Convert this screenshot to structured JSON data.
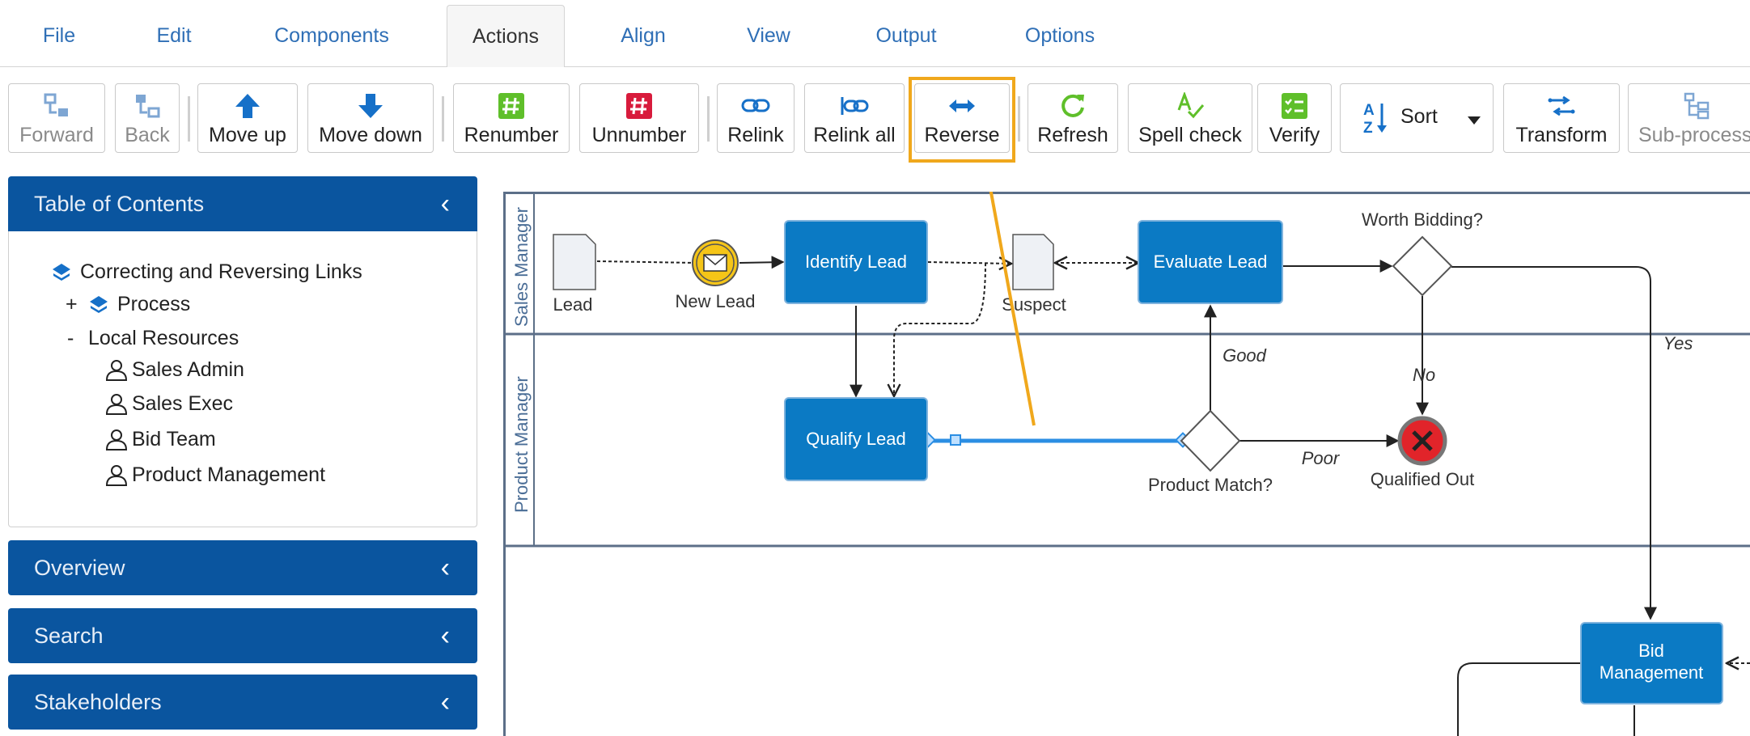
{
  "menu": {
    "tabs": [
      {
        "label": "File"
      },
      {
        "label": "Edit"
      },
      {
        "label": "Components"
      },
      {
        "label": "Actions"
      },
      {
        "label": "Align"
      },
      {
        "label": "View"
      },
      {
        "label": "Output"
      },
      {
        "label": "Options"
      }
    ],
    "active_tab": "Actions"
  },
  "toolbar": {
    "forward": "Forward",
    "back": "Back",
    "move_up": "Move up",
    "move_down": "Move down",
    "renumber": "Renumber",
    "unnumber": "Unnumber",
    "relink": "Relink",
    "relink_all": "Relink all",
    "reverse": "Reverse",
    "refresh": "Refresh",
    "spell_check": "Spell check",
    "verify": "Verify",
    "sort": "Sort",
    "transform": "Transform",
    "sub_process": "Sub-process",
    "highlighted_button": "Reverse"
  },
  "colors": {
    "accent": "#0a559f",
    "highlight": "#f0a81c",
    "shape_fill": "#0b7ac4",
    "selected_link": "#2b8ee3",
    "renumber_green": "#5fbf2a",
    "unnumber_red": "#d81b3c"
  },
  "sidebar": {
    "toc": {
      "title": "Table of Contents",
      "root": "Correcting and Reversing Links",
      "process": "Process",
      "process_toggle": "+",
      "local_resources": "Local Resources",
      "local_resources_toggle": "-",
      "resources": [
        "Sales Admin",
        "Sales Exec",
        "Bid Team",
        "Product Management"
      ]
    },
    "overview": "Overview",
    "search": "Search",
    "stakeholders": "Stakeholders"
  },
  "diagram": {
    "lanes": [
      "Sales Manager",
      "Product Manager"
    ],
    "shapes": {
      "lead_doc": "Lead",
      "new_lead": "New Lead",
      "identify_lead": "Identify Lead",
      "suspect_doc": "Suspect",
      "evaluate_lead": "Evaluate Lead",
      "worth_bidding": "Worth Bidding?",
      "qualify_lead": "Qualify Lead",
      "product_match": "Product Match?",
      "qualified_out": "Qualified Out",
      "bid_management_1": "Bid",
      "bid_management_2": "Management"
    },
    "link_labels": {
      "good": "Good",
      "poor": "Poor",
      "no": "No",
      "yes": "Yes"
    }
  }
}
